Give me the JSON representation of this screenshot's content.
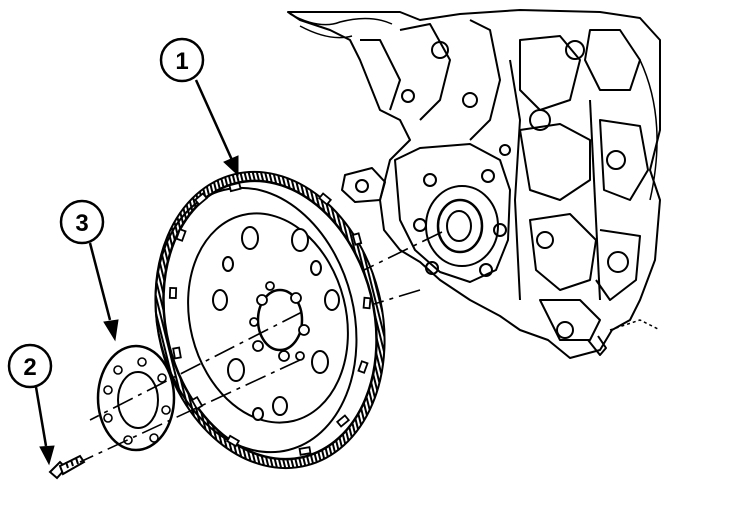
{
  "diagram": {
    "callouts": [
      {
        "id": "callout-1",
        "label": "1"
      },
      {
        "id": "callout-2",
        "label": "2"
      },
      {
        "id": "callout-3",
        "label": "3"
      }
    ],
    "colors": {
      "ink": "#000000",
      "paper": "#ffffff"
    }
  }
}
